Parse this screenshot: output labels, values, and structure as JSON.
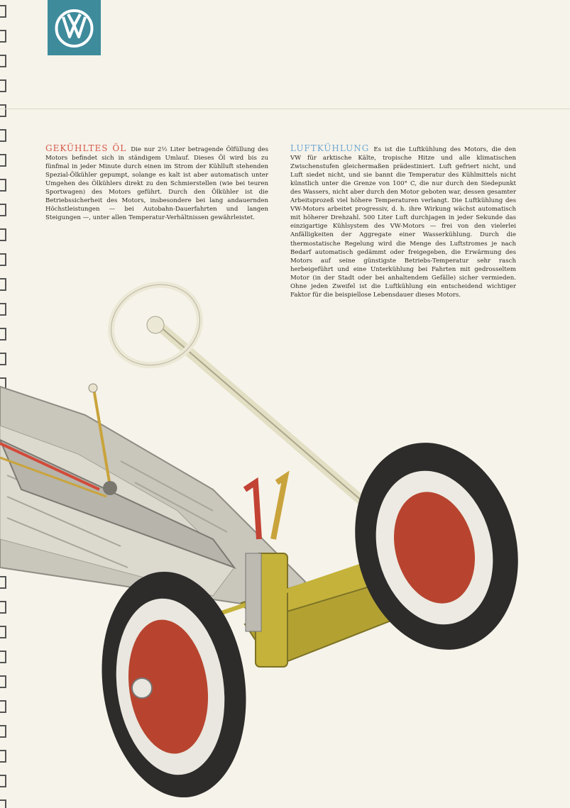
{
  "brand": {
    "logo_icon": "vw-logo-icon",
    "logo_color": "#3e8b9c"
  },
  "left_column": {
    "heading": "GEKÜHLTES ÖL",
    "body": "Die nur 2½ Liter betragende Ölfüllung des Motors befindet sich in ständigem Umlauf. Dieses Öl wird bis zu fünfmal in jeder Minute durch einen im Strom der Kühlluft stehenden Spezial-Ölkühler gepumpt, solange es kalt ist aber automatisch unter Umgehen des Ölkühlers direkt zu den Schmierstellen (wie bei teuren Sportwagen) des Motors geführt. Durch den Ölkühler ist die Betriebssicherheit des Motors, insbesondere bei lang andauernden Höchstleistungen — bei Autobahn-Dauerfahrten und langen Steigungen —, unter allen Temperatur-Verhältnissen gewährleistet.",
    "heading_color": "#d5584a"
  },
  "right_column": {
    "heading": "LUFTKÜHLUNG",
    "body": "Es ist die Luftkühlung des Motors, die den VW für arktische Kälte, tropische Hitze und alle klimatischen Zwischenstufen gleichermaßen prädestiniert. Luft gefriert nicht, und Luft siedet nicht, und sie bannt die Temperatur des Kühlmittels nicht künstlich unter die Grenze von 100° C, die nur durch den Siedepunkt des Wassers, nicht aber durch den Motor geboten war, dessen gesamter Arbeitsprozeß viel höhere Temperaturen verlangt. Die Luftkühlung des VW-Motors arbeitet progressiv, d. h. ihre Wirkung wächst automatisch mit höherer Drehzahl. 500 Liter Luft durchjagen in jeder Sekunde das einzigartige Kühlsystem des VW-Motors — frei von den vielerlei Anfälligkeiten der Aggregate einer Wasserkühlung. Durch die thermostatische Regelung wird die Menge des Luftstromes je nach Bedarf automatisch gedämmt oder freigegeben, die Erwärmung des Motors auf seine günstigste Betriebs-Temperatur sehr rasch herbeigeführt und eine Unterkühlung bei Fahrten mit gedrosseltem Motor (in der Stadt oder bei anhaltendem Gefälle) sicher vermieden. Ohne jeden Zweifel ist die Luftkühlung ein entscheidend wichtiger Faktor für die beispiellose Lebensdauer dieses Motors.",
    "heading_color": "#6fa7cf"
  },
  "illustration": {
    "icon": "chassis-illustration-icon"
  }
}
